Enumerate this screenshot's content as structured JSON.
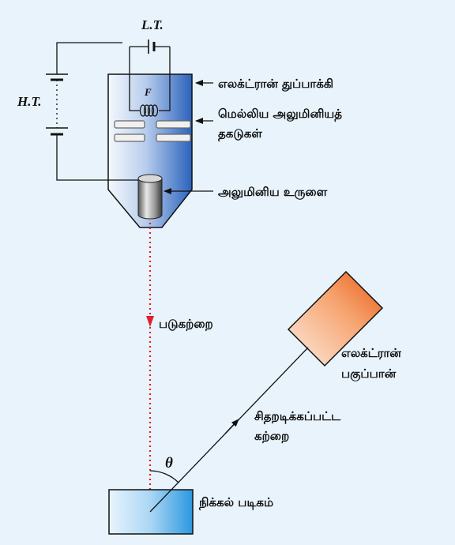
{
  "labels": {
    "lt": "L.T.",
    "ht": "H.T.",
    "filament": "F",
    "electron_gun": "எலக்ட்ரான் துப்பாக்கி",
    "plates_line1": "மெல்லிய அலுமினியத்",
    "plates_line2": "தகடுகள்",
    "cylinder": "அலுமினிய உருளை",
    "incident_beam": "படுகற்றை",
    "analyser_line1": "எலக்ட்ரான்",
    "analyser_line2": "பகுப்பான்",
    "scattered_line1": "சிதறடிக்கப்பட்ட",
    "scattered_line2": "கற்றை",
    "theta": "θ",
    "crystal": "நிக்கல் படிகம்"
  },
  "colors": {
    "background": "#e8f3fb",
    "gun_blue": "#2a6bc4",
    "beam_red": "#e0202a",
    "analyser_orange": "#ee6a22",
    "crystal_blue": "#3a9fe0"
  }
}
